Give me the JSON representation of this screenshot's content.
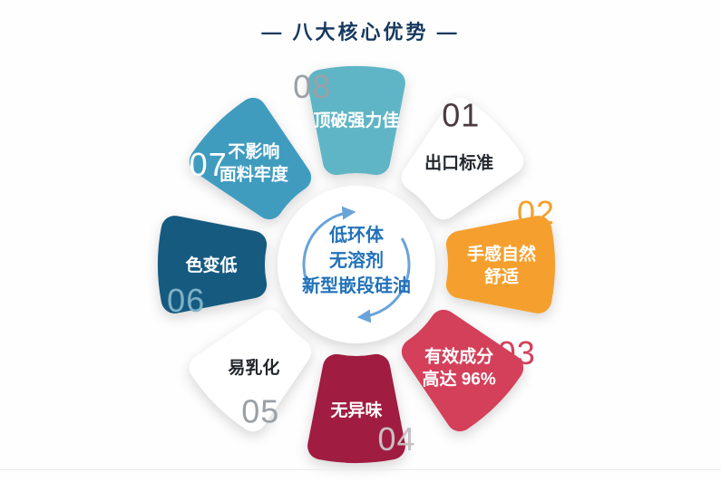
{
  "title": "— 八大核心优势 —",
  "diagram": {
    "center": {
      "lines": [
        "低环体",
        "无溶剂",
        "新型嵌段硅油"
      ],
      "text_color": "#2272b9",
      "arrow_color": "#69a4d9",
      "bg_color": "#ffffff"
    },
    "segments": [
      {
        "number": "01",
        "lines": [
          "出口标准"
        ],
        "petal_color": "#ffffff",
        "label_color": "#24292f",
        "number_color": "#4a3b41"
      },
      {
        "number": "02",
        "lines": [
          "手感自然",
          "舒适"
        ],
        "petal_color": "#f5a02d",
        "label_color": "#ffffff",
        "number_color": "#f5a02d"
      },
      {
        "number": "03",
        "lines": [
          "有效成分",
          "高达 96%"
        ],
        "petal_color": "#d4405a",
        "label_color": "#ffffff",
        "number_color": "#d4405a"
      },
      {
        "number": "04",
        "lines": [
          "无异味"
        ],
        "petal_color": "#a01d40",
        "label_color": "#ffffff",
        "number_color": "#c7c0c3"
      },
      {
        "number": "05",
        "lines": [
          "易乳化"
        ],
        "petal_color": "#ffffff",
        "label_color": "#23282e",
        "number_color": "#9aa0a6"
      },
      {
        "number": "06",
        "lines": [
          "色变低"
        ],
        "petal_color": "#175a80",
        "label_color": "#ffffff",
        "number_color": "#7fb2c9"
      },
      {
        "number": "07",
        "lines": [
          "不影响",
          "面料牢度"
        ],
        "petal_color": "#3f9cbf",
        "label_color": "#ffffff",
        "number_color": "#ffffff"
      },
      {
        "number": "08",
        "lines": [
          "顶破强力佳"
        ],
        "petal_color": "#5fb5c5",
        "label_color": "#ffffff",
        "number_color": "#9aa0a6"
      }
    ]
  }
}
